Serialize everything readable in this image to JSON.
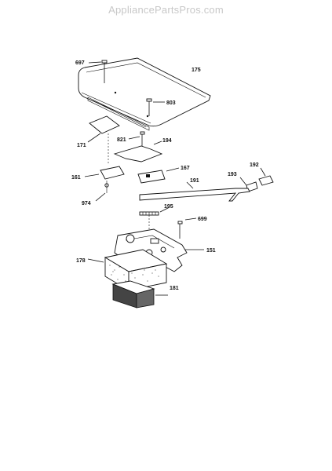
{
  "watermark": "AppliancePartsPros.com",
  "parts": [
    {
      "id": "p697",
      "label": "697"
    },
    {
      "id": "p175",
      "label": "175"
    },
    {
      "id": "p803",
      "label": "803"
    },
    {
      "id": "p171",
      "label": "171"
    },
    {
      "id": "p821",
      "label": "821"
    },
    {
      "id": "p194",
      "label": "194"
    },
    {
      "id": "p167",
      "label": "167"
    },
    {
      "id": "p192",
      "label": "192"
    },
    {
      "id": "p193",
      "label": "193"
    },
    {
      "id": "p161",
      "label": "161"
    },
    {
      "id": "p191",
      "label": "191"
    },
    {
      "id": "p974",
      "label": "974"
    },
    {
      "id": "p195",
      "label": "195"
    },
    {
      "id": "p699",
      "label": "699"
    },
    {
      "id": "p151",
      "label": "151"
    },
    {
      "id": "p178",
      "label": "178"
    },
    {
      "id": "p181",
      "label": "181"
    }
  ]
}
